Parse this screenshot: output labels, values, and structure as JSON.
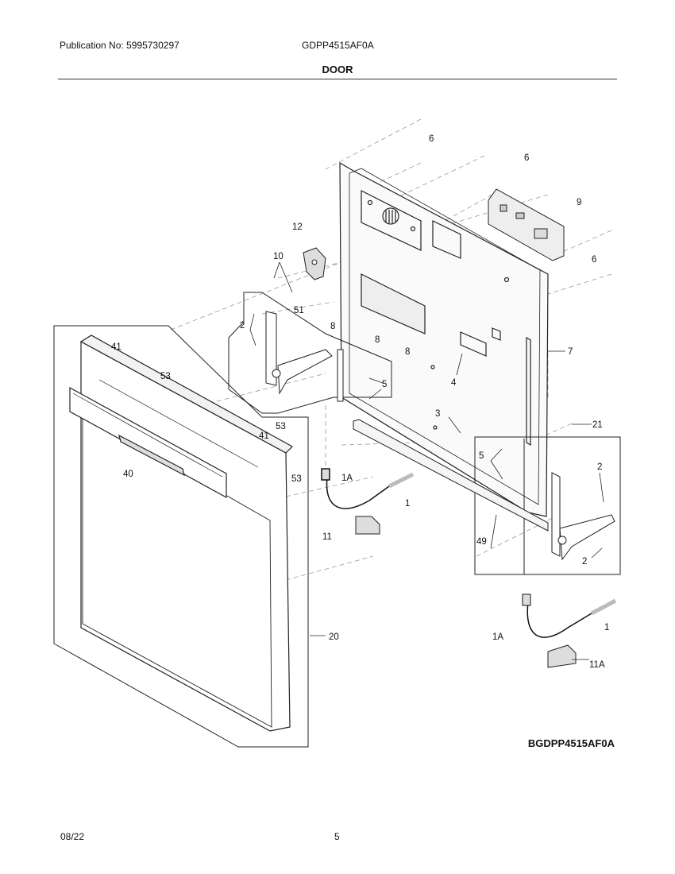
{
  "header": {
    "publication": "Publication No: 5995730297",
    "model": "GDPP4515AF0A",
    "title": "DOOR"
  },
  "diagram": {
    "labels": {
      "p6a": "6",
      "p6b": "6",
      "p6c": "6",
      "p9": "9",
      "p12": "12",
      "p10": "10",
      "p51": "51",
      "p8a": "8",
      "p8b": "8",
      "p8c": "8",
      "p2a": "2",
      "p5a": "5",
      "p7": "7",
      "p4": "4",
      "p3": "3",
      "p41a": "41",
      "p53a": "53",
      "p53b": "53",
      "p41b": "41",
      "p53c": "53",
      "p40": "40",
      "p1Aa": "1A",
      "p1a": "1",
      "p11": "11",
      "p49": "49",
      "p21": "21",
      "p5b": "5",
      "p2b": "2",
      "p2c": "2",
      "p20": "20",
      "p1Ab": "1A",
      "p1b": "1",
      "p11A": "11A"
    },
    "code": "BGDPP4515AF0A"
  },
  "footer": {
    "date": "08/22",
    "page": "5"
  }
}
